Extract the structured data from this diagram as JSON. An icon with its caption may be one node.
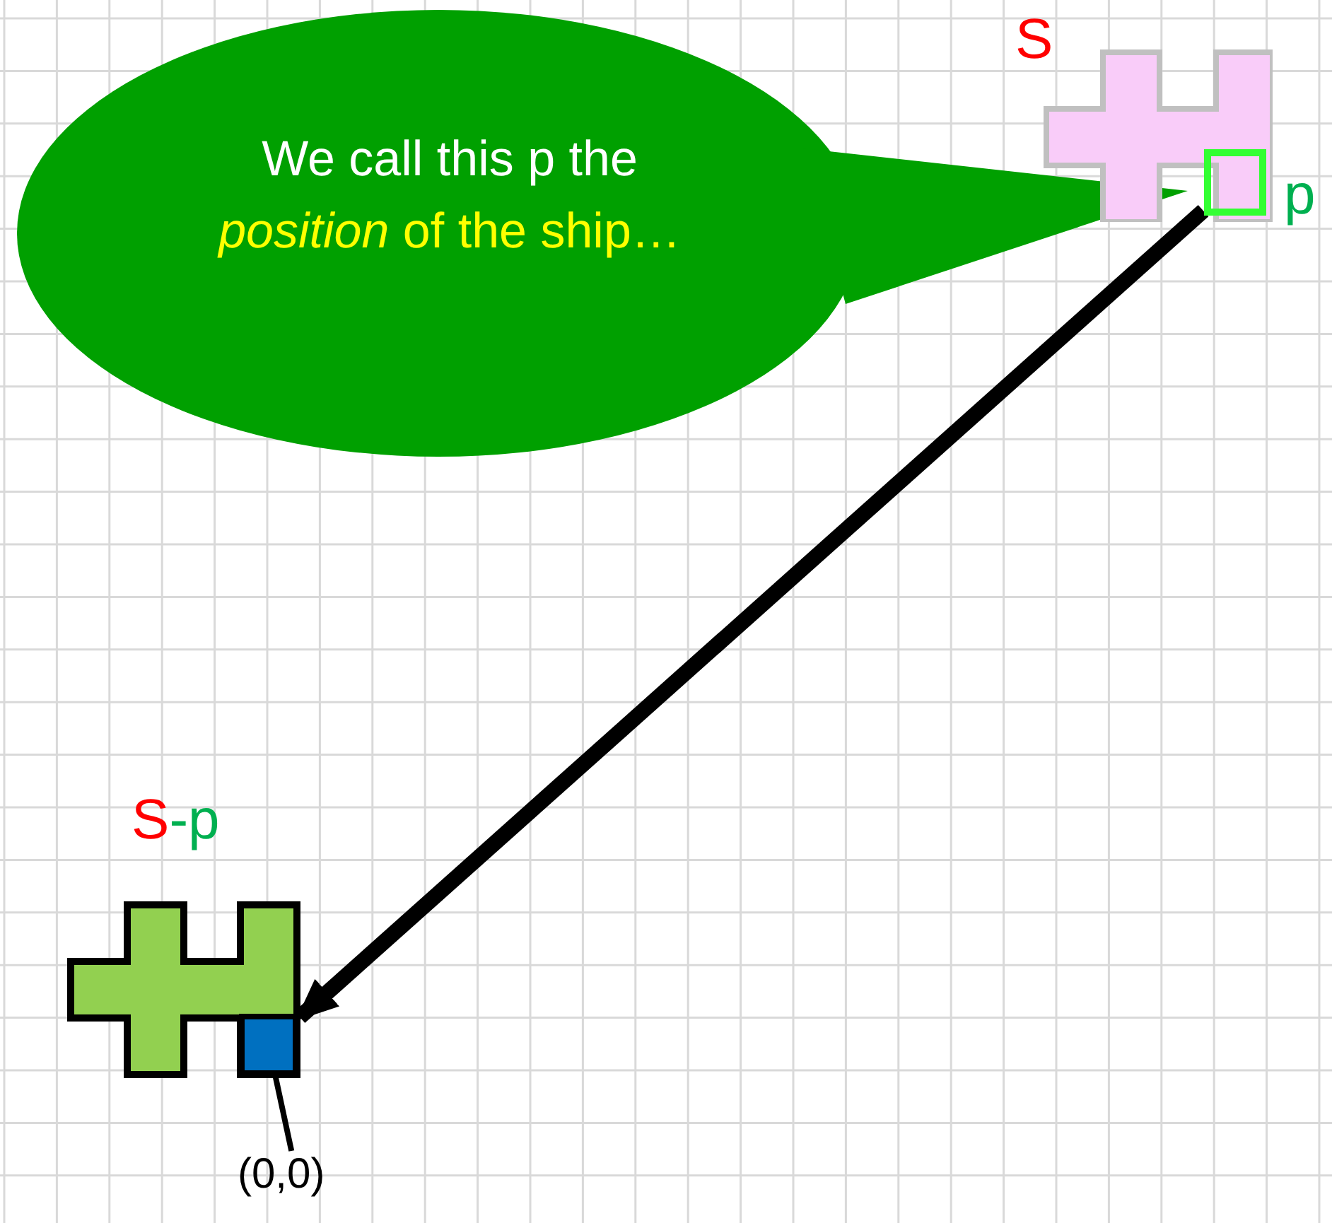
{
  "diagram": {
    "nodes": [
      {
        "text": [
          "We call this p the",
          "*position* of the ship…"
        ]
      },
      {
        "text": [],
        "shape": "picture",
        "beside": [
          "S"
        ]
      },
      {
        "text": [],
        "shape": "box",
        "beside": [
          "p"
        ],
        "in": 1
      },
      {
        "text": [],
        "shape": "picture",
        "beside": [
          "S",
          "-p"
        ]
      },
      {
        "text": [],
        "shape": "box",
        "in": 3
      },
      {
        "text": [
          "(0,0)"
        ]
      }
    ],
    "edges": [
      {
        "from": 2,
        "to": 4,
        "arrow": "to",
        "style": "thick"
      },
      {
        "from": 5,
        "to": 4,
        "arrow": "none"
      }
    ]
  }
}
